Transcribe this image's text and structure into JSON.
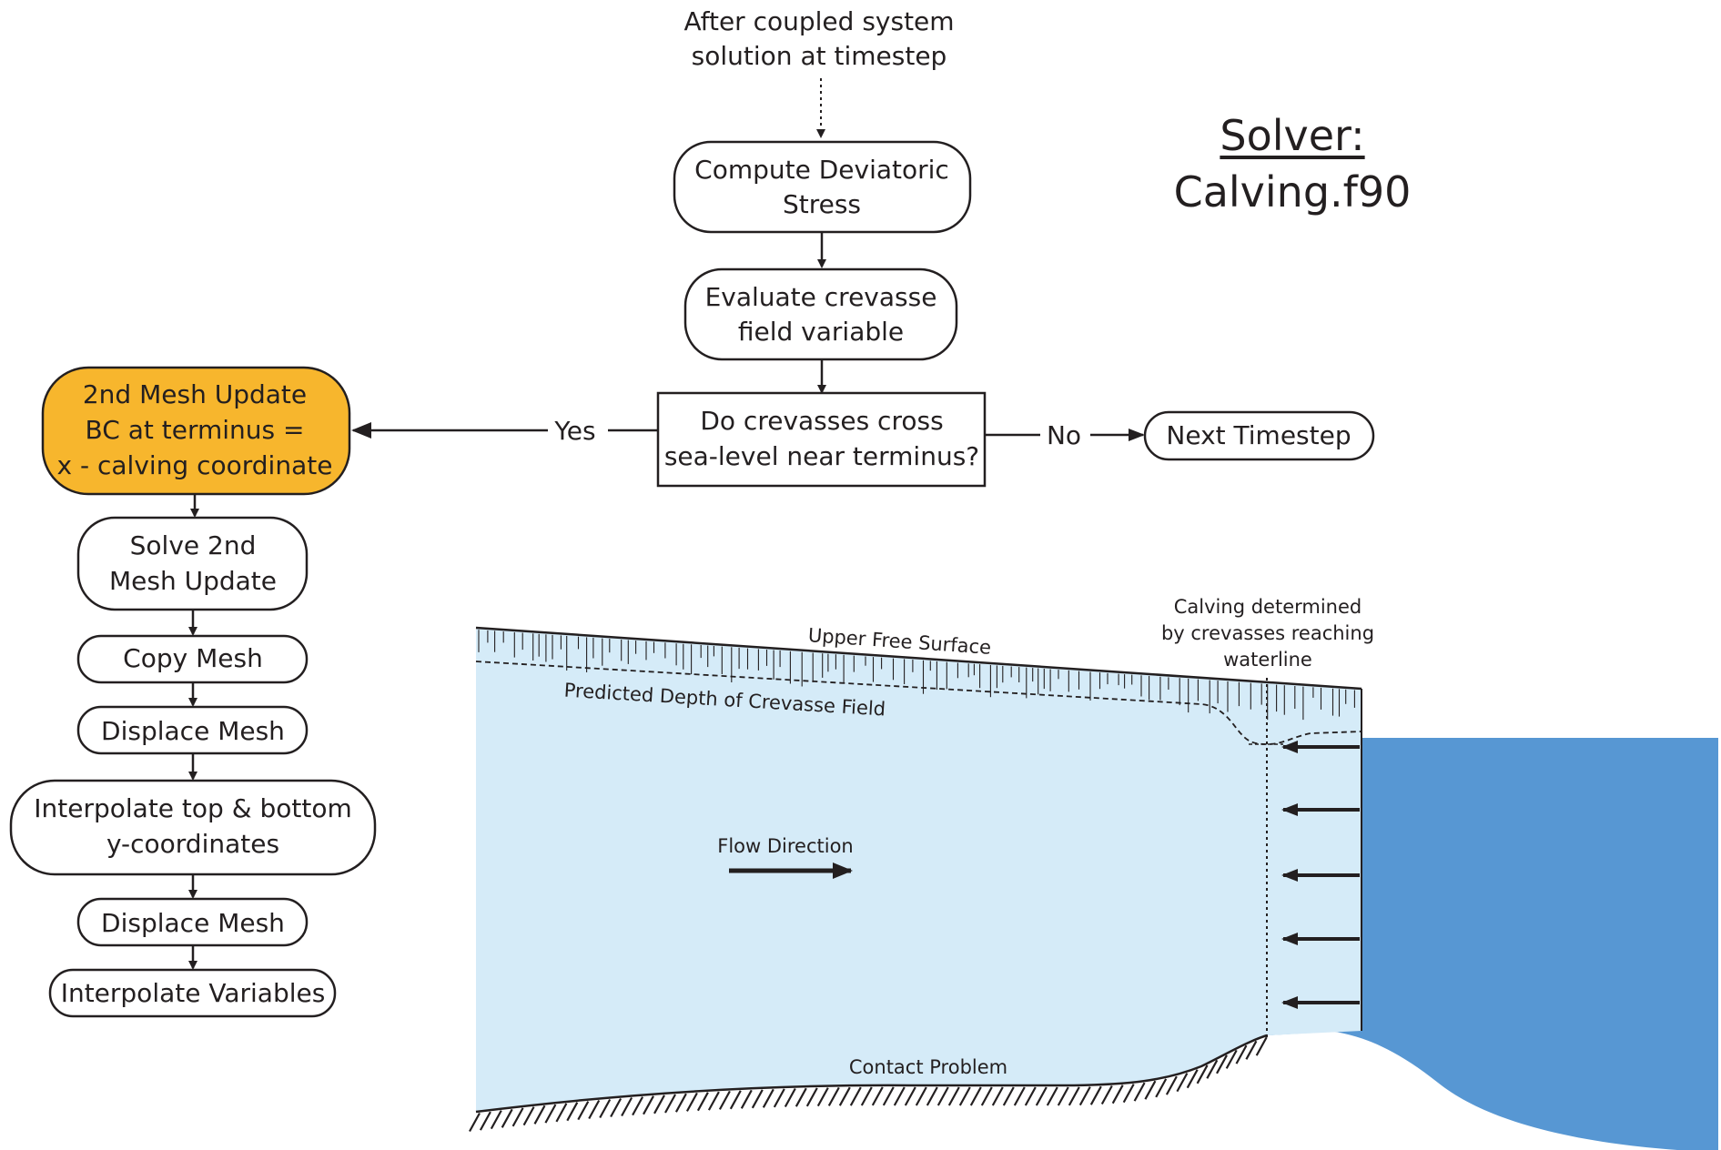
{
  "solver": {
    "heading": "Solver:",
    "name": "Calving.f90"
  },
  "flowchart": {
    "start_note": [
      "After coupled system",
      "solution at timestep"
    ],
    "compute_stress": [
      "Compute Deviatoric",
      "Stress"
    ],
    "evaluate_crevasse": [
      "Evaluate crevasse",
      "field variable"
    ],
    "decision": [
      "Do crevasses cross",
      "sea-level near terminus?"
    ],
    "yes_label": "Yes",
    "no_label": "No",
    "next_timestep": "Next Timestep",
    "mesh_update": [
      "2nd Mesh Update",
      "BC at terminus =",
      "x - calving coordinate"
    ],
    "solve_mesh": [
      "Solve 2nd",
      "Mesh Update"
    ],
    "copy_mesh": "Copy Mesh",
    "displace_mesh_1": "Displace Mesh",
    "interpolate_coords": [
      "Interpolate top & bottom",
      "y-coordinates"
    ],
    "displace_mesh_2": "Displace Mesh",
    "interpolate_vars": "Interpolate Variables"
  },
  "glacier": {
    "upper_surface": "Upper Free Surface",
    "crevasse_depth": "Predicted Depth of Crevasse Field",
    "calving_note": [
      "Calving determined",
      "by crevasses reaching",
      "waterline"
    ],
    "flow_direction": "Flow Direction",
    "contact_problem": "Contact Problem"
  },
  "colors": {
    "highlight_node": "#f7b62d",
    "ice": "#d5ebf8",
    "ocean": "#5797d3",
    "ink": "#231f20"
  }
}
